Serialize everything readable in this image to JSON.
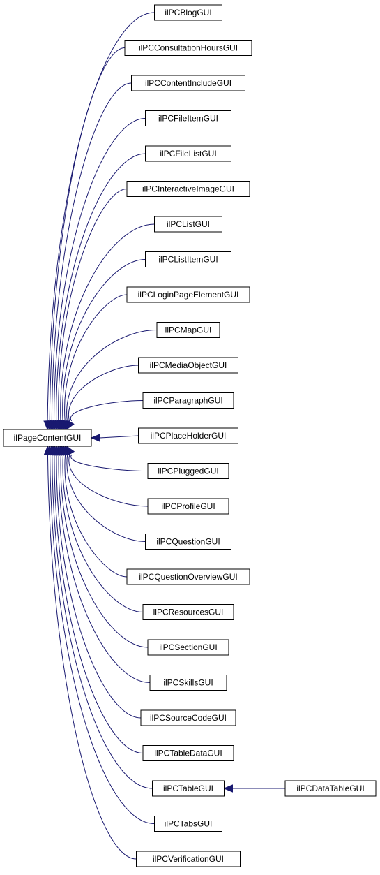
{
  "diagram": {
    "root": {
      "label": "ilPageContentGUI"
    },
    "children": [
      {
        "label": "ilPCBlogGUI"
      },
      {
        "label": "ilPCConsultationHoursGUI"
      },
      {
        "label": "ilPCContentIncludeGUI"
      },
      {
        "label": "ilPCFileItemGUI"
      },
      {
        "label": "ilPCFileListGUI"
      },
      {
        "label": "ilPCInteractiveImageGUI"
      },
      {
        "label": "ilPCListGUI"
      },
      {
        "label": "ilPCListItemGUI"
      },
      {
        "label": "ilPCLoginPageElementGUI"
      },
      {
        "label": "ilPCMapGUI"
      },
      {
        "label": "ilPCMediaObjectGUI"
      },
      {
        "label": "ilPCParagraphGUI"
      },
      {
        "label": "ilPCPlaceHolderGUI"
      },
      {
        "label": "ilPCPluggedGUI"
      },
      {
        "label": "ilPCProfileGUI"
      },
      {
        "label": "ilPCQuestionGUI"
      },
      {
        "label": "ilPCQuestionOverviewGUI"
      },
      {
        "label": "ilPCResourcesGUI"
      },
      {
        "label": "ilPCSectionGUI"
      },
      {
        "label": "ilPCSkillsGUI"
      },
      {
        "label": "ilPCSourceCodeGUI"
      },
      {
        "label": "ilPCTableDataGUI"
      },
      {
        "label": "ilPCTableGUI"
      },
      {
        "label": "ilPCTabsGUI"
      },
      {
        "label": "ilPCVerificationGUI"
      }
    ],
    "grandchild": {
      "label": "ilPCDataTableGUI"
    },
    "colors": {
      "edge": "#191970",
      "box_border": "#000000",
      "background": "#ffffff"
    }
  }
}
